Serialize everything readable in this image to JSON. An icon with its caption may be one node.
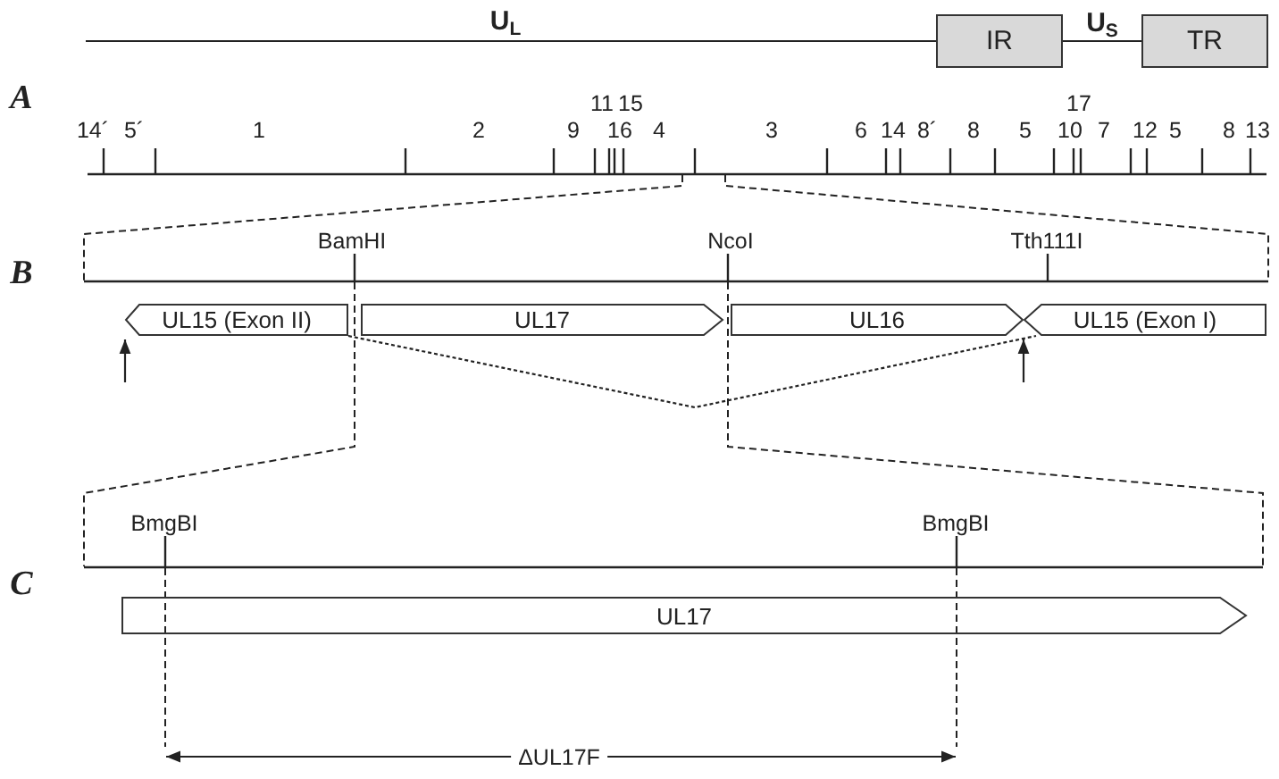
{
  "diagram": {
    "nodes": [
      {
        "text": [
          "IR"
        ]
      },
      {
        "text": [
          "TR"
        ]
      },
      {
        "text": [
          "UL15 (Exon II)"
        ]
      },
      {
        "text": [
          "UL17"
        ]
      },
      {
        "text": [
          "UL16"
        ]
      },
      {
        "text": [
          "UL15 (Exon I)"
        ]
      },
      {
        "text": [
          "UL17"
        ]
      }
    ],
    "edges": [
      {
        "from": null,
        "to": 0,
        "arrow": "none",
        "label": "U$_{L}$"
      },
      {
        "from": 0,
        "to": 1,
        "arrow": "none",
        "label": "U$_{S}$"
      },
      {
        "from": 2,
        "to": 5,
        "arrow": "none",
        "style": "dashed"
      },
      {
        "from": null,
        "to": 2,
        "arrow": "to"
      },
      {
        "from": null,
        "to": 5,
        "arrow": "to"
      }
    ],
    "labels": [
      "A",
      "11",
      "15",
      "17",
      "14´",
      "5´",
      "1",
      "2",
      "9",
      "16",
      "4",
      "3",
      "6",
      "14",
      "8´",
      "8",
      "5",
      "10",
      "7",
      "12",
      "5",
      "8",
      "13",
      "B",
      "BamHI",
      "NcoI",
      "Tth111I",
      "C",
      "BmgBI",
      "BmgBI",
      "ΔUL17F"
    ]
  }
}
